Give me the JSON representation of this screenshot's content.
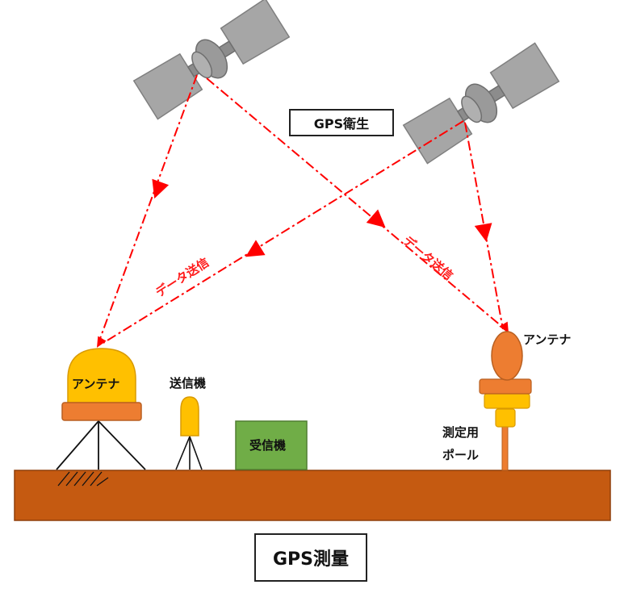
{
  "labels": {
    "satellite": "GPS衛生",
    "survey_title": "GPS測量",
    "data_transmission_left": "データ送信",
    "data_transmission_right": "データ送信",
    "antenna_base": "アンテナ",
    "antenna_pole": "アンテナ",
    "transmitter": "送信機",
    "receiver": "受信機",
    "pole_line1": "測定用",
    "pole_line2": "ポール"
  },
  "colors": {
    "ground": "#c55a11",
    "ground_border": "#8f3f0a",
    "signal": "#ff0000",
    "satellite_gray": "#999999",
    "antenna_yellow": "#ffc000",
    "antenna_orange": "#ed7d31",
    "receiver_green": "#70ad47",
    "receiver_border": "#507e32"
  }
}
